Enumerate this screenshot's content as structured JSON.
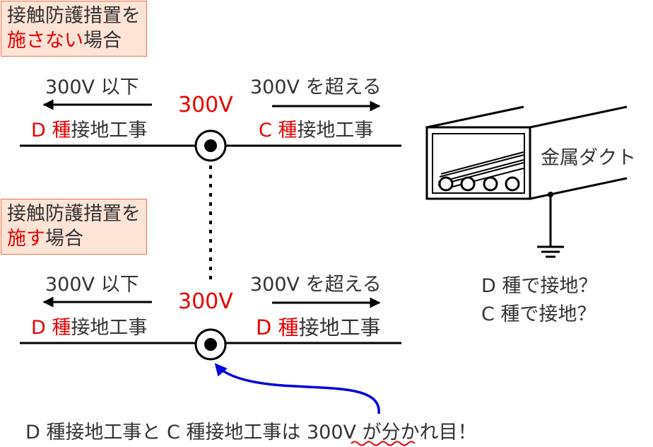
{
  "colors": {
    "accent_red": "#e60000",
    "box_fill": "#fde4d7",
    "box_border": "#e8734a",
    "arrow_blue": "#0000dd",
    "text": "#333333"
  },
  "case_without": {
    "line1": "接触防護措置を",
    "line2_red": "施さない",
    "line2_rest": "場合",
    "left_range": "300V 以下",
    "right_range": "300V を超える",
    "left_class_letter": "D 種",
    "left_work": "接地工事",
    "right_class_letter": "C 種",
    "right_work": "接地工事",
    "boundary": "300V"
  },
  "case_with": {
    "line1": "接触防護措置を",
    "line2_red": "施す",
    "line2_rest": "場合",
    "left_range": "300V 以下",
    "right_range": "300V を超える",
    "left_class_letter": "D 種",
    "left_work": "接地工事",
    "right_class_letter": "D 種",
    "right_work": "接地工事",
    "boundary": "300V"
  },
  "duct": {
    "label": "金属ダクト",
    "question_d": "D 種で接地？",
    "question_c": "C 種で接地？"
  },
  "conclusion": {
    "before": "D 種接地工事と C 種接地工事は ",
    "emphasis": "300V",
    "after": " が分かれ目！"
  }
}
